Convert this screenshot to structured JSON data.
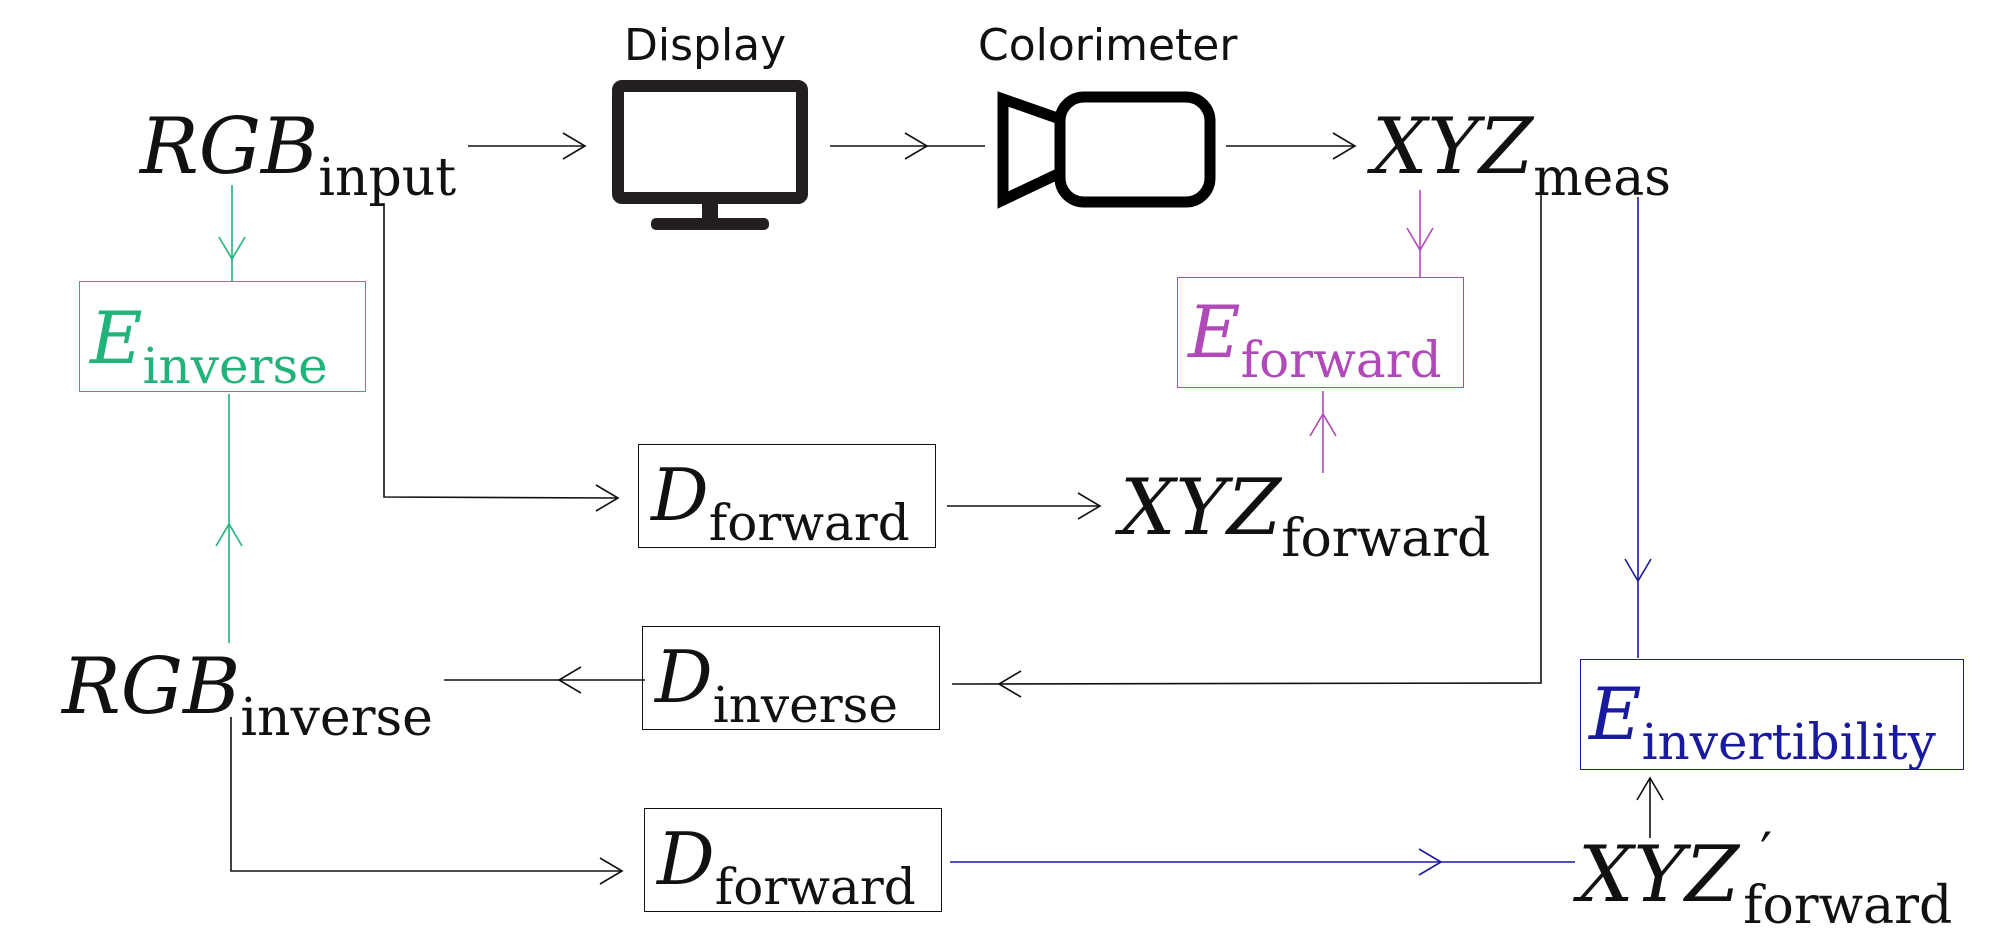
{
  "devices": {
    "display_label": "Display",
    "colorimeter_label": "Colorimeter",
    "display_icon": "monitor-icon",
    "colorimeter_icon": "camera-icon"
  },
  "nodes": {
    "rgb_input": {
      "base": "RGB",
      "sub": "input"
    },
    "xyz_meas": {
      "base": "XYZ",
      "sub": "meas"
    },
    "xyz_forward": {
      "base": "XYZ",
      "sub": "forward"
    },
    "rgb_inverse": {
      "base": "RGB",
      "sub": "inverse"
    },
    "xyz_forward_prime": {
      "base": "XYZ",
      "prime": "′",
      "sub": "forward"
    }
  },
  "boxes": {
    "e_inverse": {
      "base": "E",
      "sub": "inverse"
    },
    "e_forward": {
      "base": "E",
      "sub": "forward"
    },
    "d_forward_top": {
      "base": "D",
      "sub": "forward"
    },
    "d_inverse": {
      "base": "D",
      "sub": "inverse"
    },
    "e_invertibility": {
      "base": "E",
      "sub": "invertibility"
    },
    "d_forward_bottom": {
      "base": "D",
      "sub": "forward"
    }
  },
  "colors": {
    "black": "#111111",
    "green": "#21b37a",
    "magenta": "#b04ab8",
    "blue": "#1a1aa0"
  }
}
